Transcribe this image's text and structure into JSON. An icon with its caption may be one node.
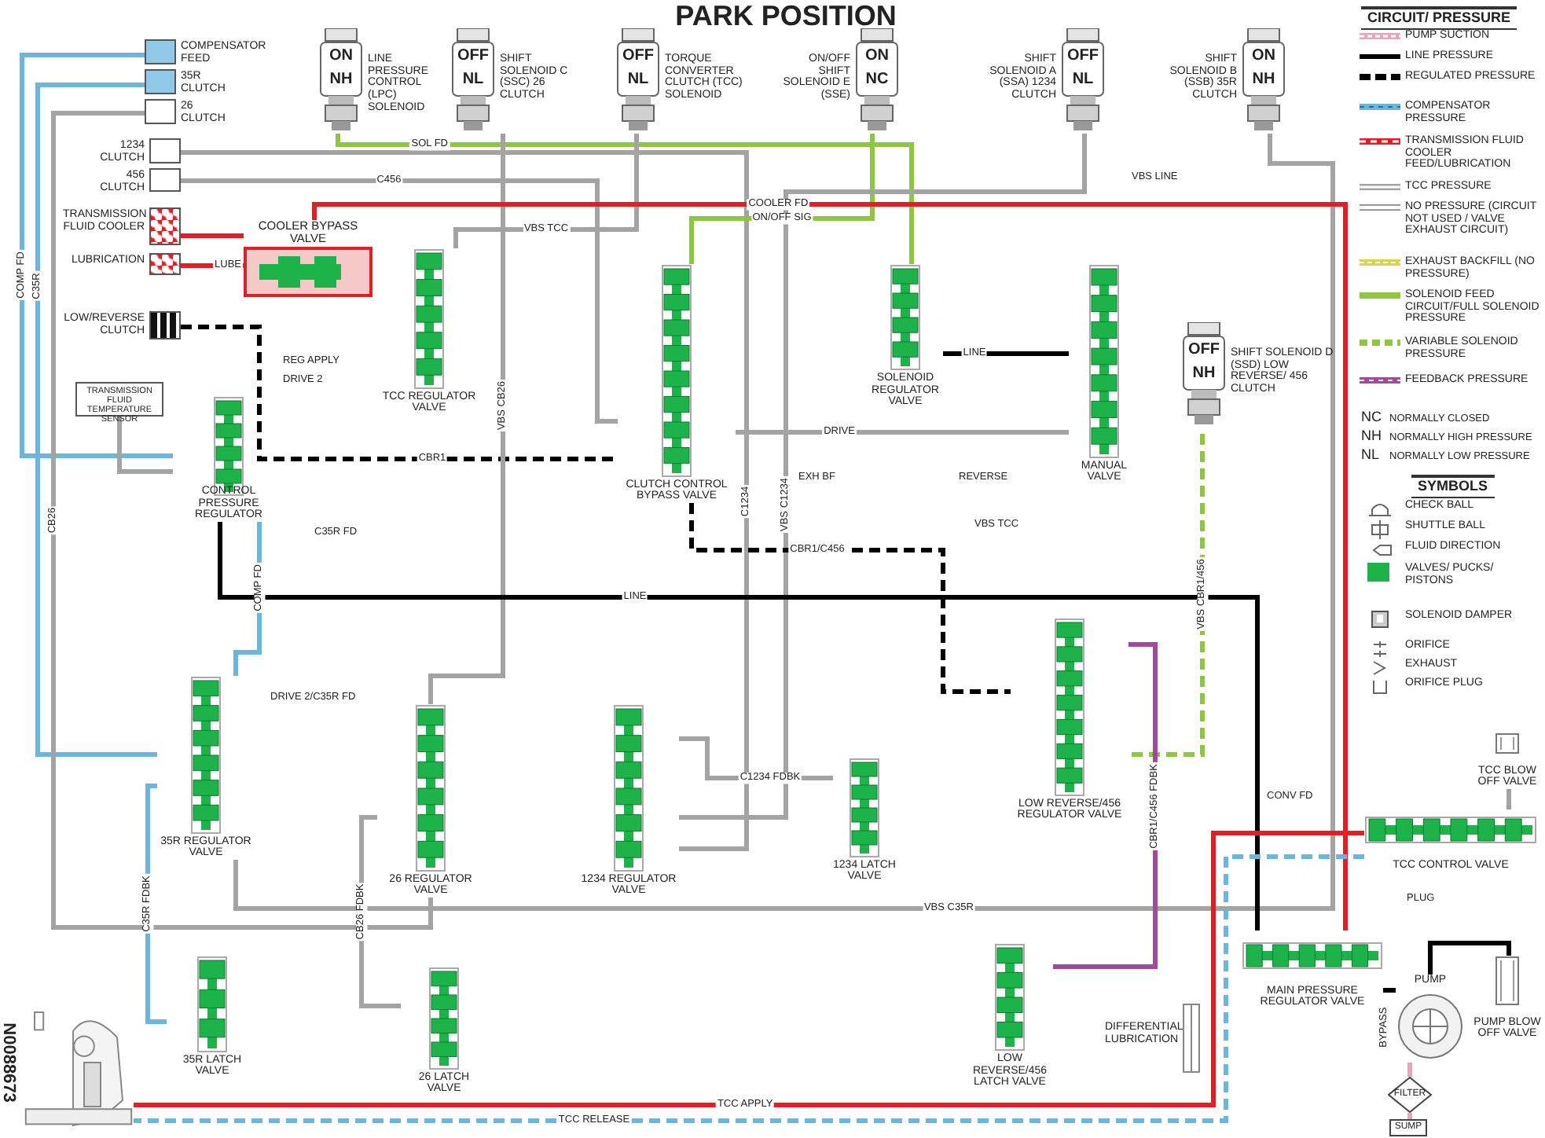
{
  "diagram": {
    "title": "PARK POSITION",
    "nodes": [
      {
        "text": [
          "COMPENSATOR FEED"
        ]
      },
      {
        "text": [
          "35R CLUTCH"
        ]
      },
      {
        "text": [
          "26 CLUTCH"
        ]
      },
      {
        "text": [
          "1234 CLUTCH"
        ]
      },
      {
        "text": [
          "456 CLUTCH"
        ]
      },
      {
        "text": [
          "TRANSMISSION FLUID COOLER"
        ]
      },
      {
        "text": [
          "LUBRICATION"
        ]
      },
      {
        "text": [
          "COOLER BYPASS VALVE"
        ]
      },
      {
        "text": [
          "LOW/REVERSE CLUTCH"
        ]
      },
      {
        "text": [
          "TRANSMISSION FLUID TEMPERATURE SENSOR"
        ]
      },
      {
        "text": [
          "ON",
          "NH",
          "LINE PRESSURE CONTROL (LPC) SOLENOID"
        ]
      },
      {
        "text": [
          "OFF",
          "NL",
          "SHIFT SOLENOID C (SSC) 26 CLUTCH"
        ]
      },
      {
        "text": [
          "OFF",
          "NL",
          "TORQUE CONVERTER CLUTCH (TCC) SOLENOID"
        ]
      },
      {
        "text": [
          "ON/OFF SHIFT SOLENOID E (SSE)",
          "ON",
          "NC"
        ]
      },
      {
        "text": [
          "SHIFT SOLENOID A (SSA) 1234 CLUTCH",
          "OFF",
          "NL"
        ]
      },
      {
        "text": [
          "SHIFT SOLENOID B (SSB) 35R CLUTCH",
          "ON",
          "NH"
        ]
      },
      {
        "text": [
          "OFF",
          "NH",
          "SHIFT SOLENOID D (SSD) LOW REVERSE/ 456 CLUTCH"
        ]
      },
      {
        "text": [
          "TCC REGULATOR VALVE"
        ]
      },
      {
        "text": [
          "CLUTCH CONTROL BYPASS VALVE"
        ]
      },
      {
        "text": [
          "SOLENOID REGULATOR VALVE"
        ]
      },
      {
        "text": [
          "MANUAL VALVE"
        ]
      },
      {
        "text": [
          "CONTROL PRESSURE REGULATOR"
        ]
      },
      {
        "text": [
          "35R REGULATOR VALVE"
        ]
      },
      {
        "text": [
          "26 REGULATOR VALVE"
        ]
      },
      {
        "text": [
          "1234 REGULATOR VALVE"
        ]
      },
      {
        "text": [
          "1234 LATCH VALVE"
        ]
      },
      {
        "text": [
          "LOW REVERSE/456 REGULATOR VALVE"
        ]
      },
      {
        "text": [
          "35R LATCH VALVE"
        ]
      },
      {
        "text": [
          "26 LATCH VALVE"
        ]
      },
      {
        "text": [
          "LOW REVERSE/456 LATCH VALVE"
        ]
      },
      {
        "text": [
          "DIFFERENTIAL LUBRICATION"
        ]
      },
      {
        "text": [
          "MAIN PRESSURE REGULATOR VALVE"
        ]
      },
      {
        "text": [
          "PUMP"
        ]
      },
      {
        "text": [
          "PUMP BLOW OFF VALVE"
        ]
      },
      {
        "text": [
          "TCC BLOW OFF VALVE"
        ]
      },
      {
        "text": [
          "TCC CONTROL VALVE"
        ]
      },
      {
        "text": [
          "FILTER"
        ]
      },
      {
        "text": [
          "SUMP"
        ]
      },
      {
        "text": [],
        "shape": "picture"
      }
    ],
    "edges": [
      {
        "from": 21,
        "to": 0,
        "arrow": "none",
        "label": "COMP FD",
        "color": "#6cb6dd"
      },
      {
        "from": 1,
        "to": 22,
        "arrow": "none",
        "label": "C35R",
        "color": "#6cb6dd"
      },
      {
        "from": 2,
        "to": 23,
        "arrow": "none",
        "label": "CB26"
      },
      {
        "from": 3,
        "to": 24,
        "arrow": "none",
        "label": "C1234"
      },
      {
        "from": 4,
        "to": 18,
        "arrow": "none",
        "label": "C456"
      },
      {
        "from": 7,
        "to": 5,
        "arrow": "none",
        "color": "#e31e24"
      },
      {
        "from": 7,
        "to": 6,
        "arrow": "none",
        "label": "LUBE",
        "color": "#e31e24"
      },
      {
        "from": 8,
        "to": 18,
        "arrow": "none",
        "label": "CBR1",
        "style": "dashed",
        "color": "#000000"
      },
      {
        "from": 9,
        "to": 21,
        "arrow": "none"
      },
      {
        "from": 10,
        "to": 19,
        "arrow": "none",
        "label": "SOL FD",
        "color": "#8dc63f"
      },
      {
        "from": 11,
        "to": 23,
        "arrow": "none",
        "label": "VBS CB26"
      },
      {
        "from": 12,
        "to": 17,
        "arrow": "none",
        "label": "VBS TCC"
      },
      {
        "from": 13,
        "to": 18,
        "arrow": "none",
        "label": "ON/OFF SIG",
        "color": "#8dc63f"
      },
      {
        "from": 14,
        "to": 24,
        "arrow": "none",
        "label": "VBS C1234"
      },
      {
        "from": 15,
        "to": 22,
        "arrow": "none",
        "label": "VBS C35R"
      },
      {
        "from": 16,
        "to": 26,
        "arrow": "none",
        "label": "VBS CBR1/456",
        "style": "dashed",
        "color": "#8dc63f"
      },
      {
        "from": 26,
        "to": 29,
        "arrow": "none",
        "label": "CBR1/C456 FDBK",
        "color": "#a5479b"
      },
      {
        "from": 20,
        "to": 18,
        "arrow": "none",
        "label": "DRIVE"
      },
      {
        "from": 19,
        "to": 20,
        "arrow": "none",
        "label": "LINE",
        "color": "#000000"
      },
      {
        "from": 31,
        "to": 21,
        "arrow": "none",
        "label": "LINE",
        "color": "#000000"
      },
      {
        "from": 32,
        "to": 31,
        "arrow": "none",
        "color": "#000000"
      },
      {
        "from": 32,
        "to": 33,
        "arrow": "none",
        "color": "#000000"
      },
      {
        "from": 36,
        "to": 32,
        "arrow": "none",
        "color": "#e9a3bd"
      },
      {
        "from": 37,
        "to": 36,
        "arrow": "none",
        "color": "#e9a3bd"
      },
      {
        "from": 31,
        "to": 7,
        "arrow": "none",
        "label": "COOLER FD",
        "color": "#e31e24"
      },
      {
        "from": 35,
        "to": 38,
        "arrow": "none",
        "label": "TCC APPLY",
        "color": "#e31e24"
      },
      {
        "from": 35,
        "to": 38,
        "arrow": "none",
        "label": "TCC RELEASE",
        "style": "dashed",
        "color": "#6cb6dd"
      },
      {
        "from": 34,
        "to": 35,
        "arrow": "none"
      },
      {
        "from": 22,
        "to": 27,
        "arrow": "none",
        "label": "C35R FDBK",
        "color": "#6cb6dd"
      },
      {
        "from": 23,
        "to": 28,
        "arrow": "none",
        "label": "CB26 FDBK"
      },
      {
        "from": 24,
        "to": 25,
        "arrow": "none",
        "label": "C1234 FDBK"
      },
      {
        "from": 18,
        "to": 26,
        "arrow": "none",
        "label": "CBR1/C456",
        "style": "dashed",
        "color": "#000000"
      },
      {
        "from": 21,
        "to": 22,
        "arrow": "none",
        "label": "COMP FD",
        "color": "#6cb6dd"
      }
    ],
    "labels": [
      "CIRCUIT/ PRESSURE",
      "NC",
      "NORMALLY CLOSED",
      "NH",
      "NORMALLY HIGH PRESSURE",
      "NL",
      "NORMALLY LOW PRESSURE",
      "SYMBOLS",
      "VBS LINE",
      "REG APPLY",
      "DRIVE 2",
      "EXH BF",
      "REVERSE",
      "C35R FD",
      "VBS TCC",
      "DRIVE 2/C35R FD",
      "CONV FD",
      "PLUG",
      "BYPASS",
      "N0088673"
    ],
    "legend": [
      {
        "text": "PUMP SUCTION"
      },
      {
        "text": "LINE PRESSURE"
      },
      {
        "text": "REGULATED PRESSURE"
      },
      {
        "text": "COMPENSATOR PRESSURE"
      },
      {
        "text": "TRANSMISSION FLUID COOLER FEED/LUBRICATION"
      },
      {
        "text": "TCC PRESSURE"
      },
      {
        "text": "NO PRESSURE (CIRCUIT NOT USED / VALVE EXHAUST CIRCUIT)"
      },
      {
        "text": "EXHAUST BACKFILL (NO PRESSURE)"
      },
      {
        "text": "SOLENOID FEED CIRCUIT/FULL SOLENOID PRESSURE"
      },
      {
        "text": "VARIABLE SOLENOID PRESSURE"
      },
      {
        "text": "FEEDBACK PRESSURE"
      },
      {
        "text": "CHECK BALL"
      },
      {
        "text": "SHUTTLE BALL"
      },
      {
        "text": "FLUID DIRECTION"
      },
      {
        "text": "VALVES/ PUCKS/ PISTONS",
        "color": "#1db34a"
      },
      {
        "text": "SOLENOID DAMPER"
      },
      {
        "text": "ORIFICE"
      },
      {
        "text": "EXHAUST"
      },
      {
        "text": "ORIFICE PLUG"
      }
    ]
  }
}
